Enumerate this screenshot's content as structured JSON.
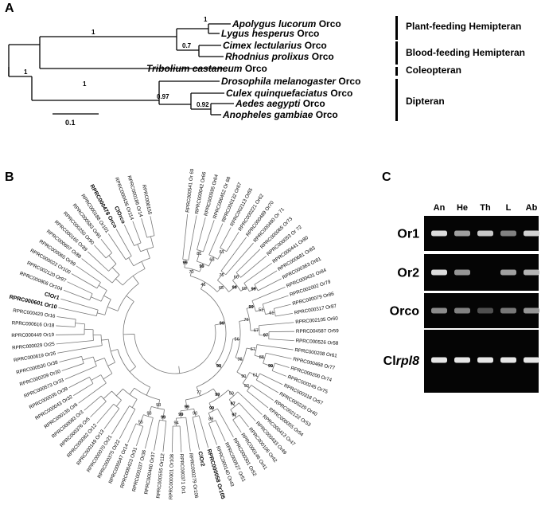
{
  "panelA": {
    "label": "A",
    "taxa": [
      {
        "species": "Apolygus lucorum",
        "gene": "Orco"
      },
      {
        "species": "Lygus hesperus",
        "gene": "Orco"
      },
      {
        "species": "Cimex lectularius",
        "gene": "Orco"
      },
      {
        "species": "Rhodnius prolixus",
        "gene": "Orco"
      },
      {
        "species": "Tribolium castaneum",
        "gene": "Orco"
      },
      {
        "species": "Drosophila melanogaster",
        "gene": "Orco"
      },
      {
        "species": "Culex quinquefaciatus",
        "gene": "Orco"
      },
      {
        "species": "Aedes aegypti",
        "gene": "Orco"
      },
      {
        "species": "Anopheles gambiae",
        "gene": "Orco"
      }
    ],
    "bootstraps": [
      "1",
      "1",
      "0.7",
      "1",
      "1",
      "0.97",
      "0.92"
    ],
    "groups": [
      "Plant-feeding Hemipteran",
      "Blood-feeding Hemipteran",
      "Coleopteran",
      "Dipteran"
    ],
    "scale_label": "0.1"
  },
  "panelB": {
    "label": "B",
    "leaves": [
      {
        "id": "RPRC000541",
        "or": "Or 69",
        "bold": false
      },
      {
        "id": "RPRC000042",
        "or": "Or66",
        "bold": false
      },
      {
        "id": "RPRC000595",
        "or": "Or64",
        "bold": false
      },
      {
        "id": "RPRC000452",
        "or": "Or 68",
        "bold": false
      },
      {
        "id": "RPRC000132",
        "or": "Or67",
        "bold": false
      },
      {
        "id": "RPRC002113",
        "or": "Or65",
        "bold": false
      },
      {
        "id": "RPRC000221",
        "or": "Or62",
        "bold": false
      },
      {
        "id": "RPRC000489",
        "or": "Or70",
        "bold": false
      },
      {
        "id": "RPRC000480",
        "or": "Or 71",
        "bold": false
      },
      {
        "id": "RPRC000065",
        "or": "Or73",
        "bold": false
      },
      {
        "id": "RPRC000053",
        "or": "Or 72",
        "bold": false
      },
      {
        "id": "RPRC000441",
        "or": "Or80",
        "bold": false
      },
      {
        "id": "RPRC000681",
        "or": "Or83",
        "bold": false
      },
      {
        "id": "RPRC000363",
        "or": "Or81",
        "bold": false
      },
      {
        "id": "RPRC000431",
        "or": "Or84",
        "bold": false
      },
      {
        "id": "RPRC002002",
        "or": "Or79",
        "bold": false
      },
      {
        "id": "RPRC000079",
        "or": "Or86",
        "bold": false
      },
      {
        "id": "RPRC000317",
        "or": "Or87",
        "bold": false
      },
      {
        "id": "RPRC002105",
        "or": "Or60",
        "bold": false
      },
      {
        "id": "RPRC004587",
        "or": "Or59",
        "bold": false
      },
      {
        "id": "RPRC000526",
        "or": "Or58",
        "bold": false
      },
      {
        "id": "RPRC000208",
        "or": "Or61",
        "bold": false
      },
      {
        "id": "RPRC000468",
        "or": "Or77",
        "bold": false
      },
      {
        "id": "RPRC000200",
        "or": "Or74",
        "bold": false
      },
      {
        "id": "RPRC000245",
        "or": "Or75",
        "bold": false
      },
      {
        "id": "RPRC000318",
        "or": "Or57",
        "bold": false
      },
      {
        "id": "RPRC000229",
        "or": "Or40",
        "bold": false
      },
      {
        "id": "RPRC002122",
        "or": "Or53",
        "bold": false
      },
      {
        "id": "RPRC000055",
        "or": "Or54",
        "bold": false
      },
      {
        "id": "RPRC000413",
        "or": "Or47",
        "bold": false
      },
      {
        "id": "RPRC000433",
        "or": "Or49",
        "bold": false
      },
      {
        "id": "RPRC000106",
        "or": "Or42",
        "bold": false
      },
      {
        "id": "RPRC000146",
        "or": "Or41",
        "bold": false
      },
      {
        "id": "RPRC000301",
        "or": "Or52",
        "bold": false
      },
      {
        "id": "RPRC000527",
        "or": "Or51",
        "bold": false
      },
      {
        "id": "RPRC000140",
        "or": "Or43",
        "bold": false
      },
      {
        "id": "RPRC000058",
        "or": "Or105",
        "bold": true
      },
      {
        "id": "ClOr2",
        "or": "",
        "bold": true
      },
      {
        "id": "RPRC000279",
        "or": "Or106",
        "bold": false
      },
      {
        "id": "RPRC000371",
        "or": "Or1",
        "bold": false
      },
      {
        "id": "RPRC000301",
        "or": "Or108",
        "bold": false
      },
      {
        "id": "RPRC000555",
        "or": "Or112",
        "bold": false
      },
      {
        "id": "RPRC000460",
        "or": "Or37",
        "bold": false
      },
      {
        "id": "RPRC000337",
        "or": "Or36",
        "bold": false
      },
      {
        "id": "RPRC000423",
        "or": "Or31",
        "bold": false
      },
      {
        "id": "RPRC000547",
        "or": "Or14",
        "bold": false
      },
      {
        "id": "RPRC000375",
        "or": "Or22",
        "bold": false
      },
      {
        "id": "RPRC000070",
        "or": "Or21",
        "bold": false
      },
      {
        "id": "RPRC000149",
        "or": "Or13",
        "bold": false
      },
      {
        "id": "RPRC000082",
        "or": "Or12",
        "bold": false
      },
      {
        "id": "RPRC000376",
        "or": "Or5",
        "bold": false
      },
      {
        "id": "RPRC000083",
        "or": "Or3",
        "bold": false
      },
      {
        "id": "RPRC000135",
        "or": "Or6",
        "bold": false
      },
      {
        "id": "RPRC000043",
        "or": "Or32",
        "bold": false
      },
      {
        "id": "RPRC000035",
        "or": "Or39",
        "bold": false
      },
      {
        "id": "RPRC000573",
        "or": "Or33",
        "bold": false
      },
      {
        "id": "RPRC000209",
        "or": "Or30",
        "bold": false
      },
      {
        "id": "RPRC000530",
        "or": "Or38",
        "bold": false
      },
      {
        "id": "RPRC000619",
        "or": "Or26",
        "bold": false
      },
      {
        "id": "RPRC000029",
        "or": "Or25",
        "bold": false
      },
      {
        "id": "RPRC000449",
        "or": "Or19",
        "bold": false
      },
      {
        "id": "RPRC000616",
        "or": "Or18",
        "bold": false
      },
      {
        "id": "RPRC000420",
        "or": "Or16",
        "bold": false
      },
      {
        "id": "RPRC000601",
        "or": "Or10",
        "bold": true
      },
      {
        "id": "ClOr1",
        "or": "",
        "bold": true
      },
      {
        "id": "RPRC000806",
        "or": "Or104",
        "bold": false
      },
      {
        "id": "RPRC002120",
        "or": "Or97",
        "bold": false
      },
      {
        "id": "RPRC000022",
        "or": "Or100",
        "bold": false
      },
      {
        "id": "RPRC000065",
        "or": "Or99",
        "bold": false
      },
      {
        "id": "RPRC000607",
        "or": "Or88",
        "bold": false
      },
      {
        "id": "RPRC000165",
        "or": "Or89",
        "bold": false
      },
      {
        "id": "RPRC000250",
        "or": "Or90",
        "bold": false
      },
      {
        "id": "RPRC000583",
        "or": "Or91",
        "bold": false
      },
      {
        "id": "RPRC000188",
        "or": "Or101",
        "bold": false
      },
      {
        "id": "RPRC000478",
        "or": "Orco",
        "bold": true
      },
      {
        "id": "ClOrco",
        "or": "",
        "bold": true
      },
      {
        "id": "RPRC000436",
        "or": "Or114",
        "bold": false
      },
      {
        "id": "RPRC000186",
        "or": "Or14",
        "bold": false
      },
      {
        "id": "RPRC000155",
        "or": "",
        "bold": false
      }
    ],
    "bootstraps": [
      "99",
      "81",
      "61",
      "63",
      "99",
      "70",
      "76",
      "60",
      "99",
      "69",
      "99",
      "65",
      "46",
      "61",
      "51",
      "99",
      "97",
      "67",
      "76",
      "99",
      "88",
      "67",
      "61",
      "93",
      "90",
      "38",
      "56",
      "97",
      "97",
      "59",
      "89",
      "99",
      "99",
      "90",
      "94",
      "99",
      "99",
      "77",
      "99",
      "99",
      "99",
      "55",
      "93",
      "93"
    ]
  },
  "panelC": {
    "label": "C",
    "lanes": [
      "An",
      "He",
      "Th",
      "L",
      "Ab"
    ],
    "rows": [
      {
        "label_prefix": "",
        "label_italic": "",
        "label": "Or1",
        "bands": [
          0.9,
          0.6,
          0.8,
          0.45,
          0.85
        ]
      },
      {
        "label_prefix": "",
        "label_italic": "",
        "label": "Or2",
        "bands": [
          0.9,
          0.55,
          0.0,
          0.6,
          0.7
        ]
      },
      {
        "label_prefix": "",
        "label_italic": "",
        "label": "Orco",
        "bands": [
          0.5,
          0.45,
          0.2,
          0.4,
          0.55
        ]
      },
      {
        "label_prefix": "Cl",
        "label_italic": "rpl8",
        "label": "",
        "bands": [
          0.95,
          0.95,
          0.95,
          0.95,
          0.95
        ]
      }
    ]
  }
}
